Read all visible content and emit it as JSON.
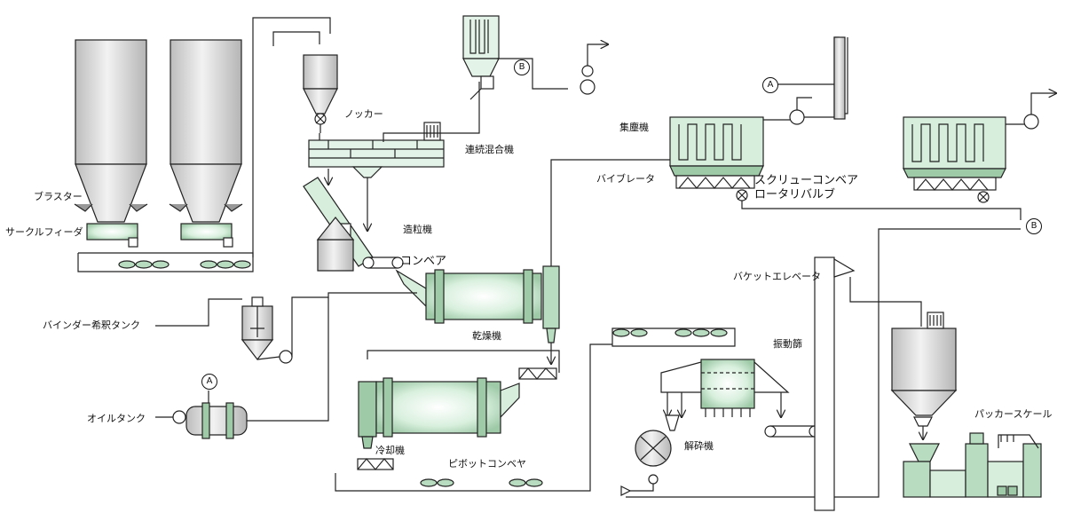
{
  "labels": {
    "blaster": "ブラスター",
    "circle_feeder": "サークルフィーダ",
    "knocker": "ノッカー",
    "continuous_mixer": "連続混合機",
    "granulator": "造粒機",
    "conveyor": "コンベア",
    "binder_tank": "バインダー希釈タンク",
    "dryer": "乾燥機",
    "oil_tank": "オイルタンク",
    "cooler": "冷却機",
    "pivot_conveyor": "ピボットコンベヤ",
    "dust_collector": "集塵機",
    "vibrator": "バイブレータ",
    "screw_conveyor": "スクリューコンベア",
    "rotary_valve": "ロータリバルブ",
    "bucket_elevator": "バケットエレベータ",
    "vibrating_screen": "振動篩",
    "crusher": "解砕機",
    "packer_scale": "パッカースケール"
  },
  "markers": {
    "a": "A",
    "b": "B"
  },
  "colors": {
    "accent": "#cfe8d5",
    "accent_dark": "#9fcaa8",
    "metal": "#d6d6d6",
    "line": "#222222"
  }
}
